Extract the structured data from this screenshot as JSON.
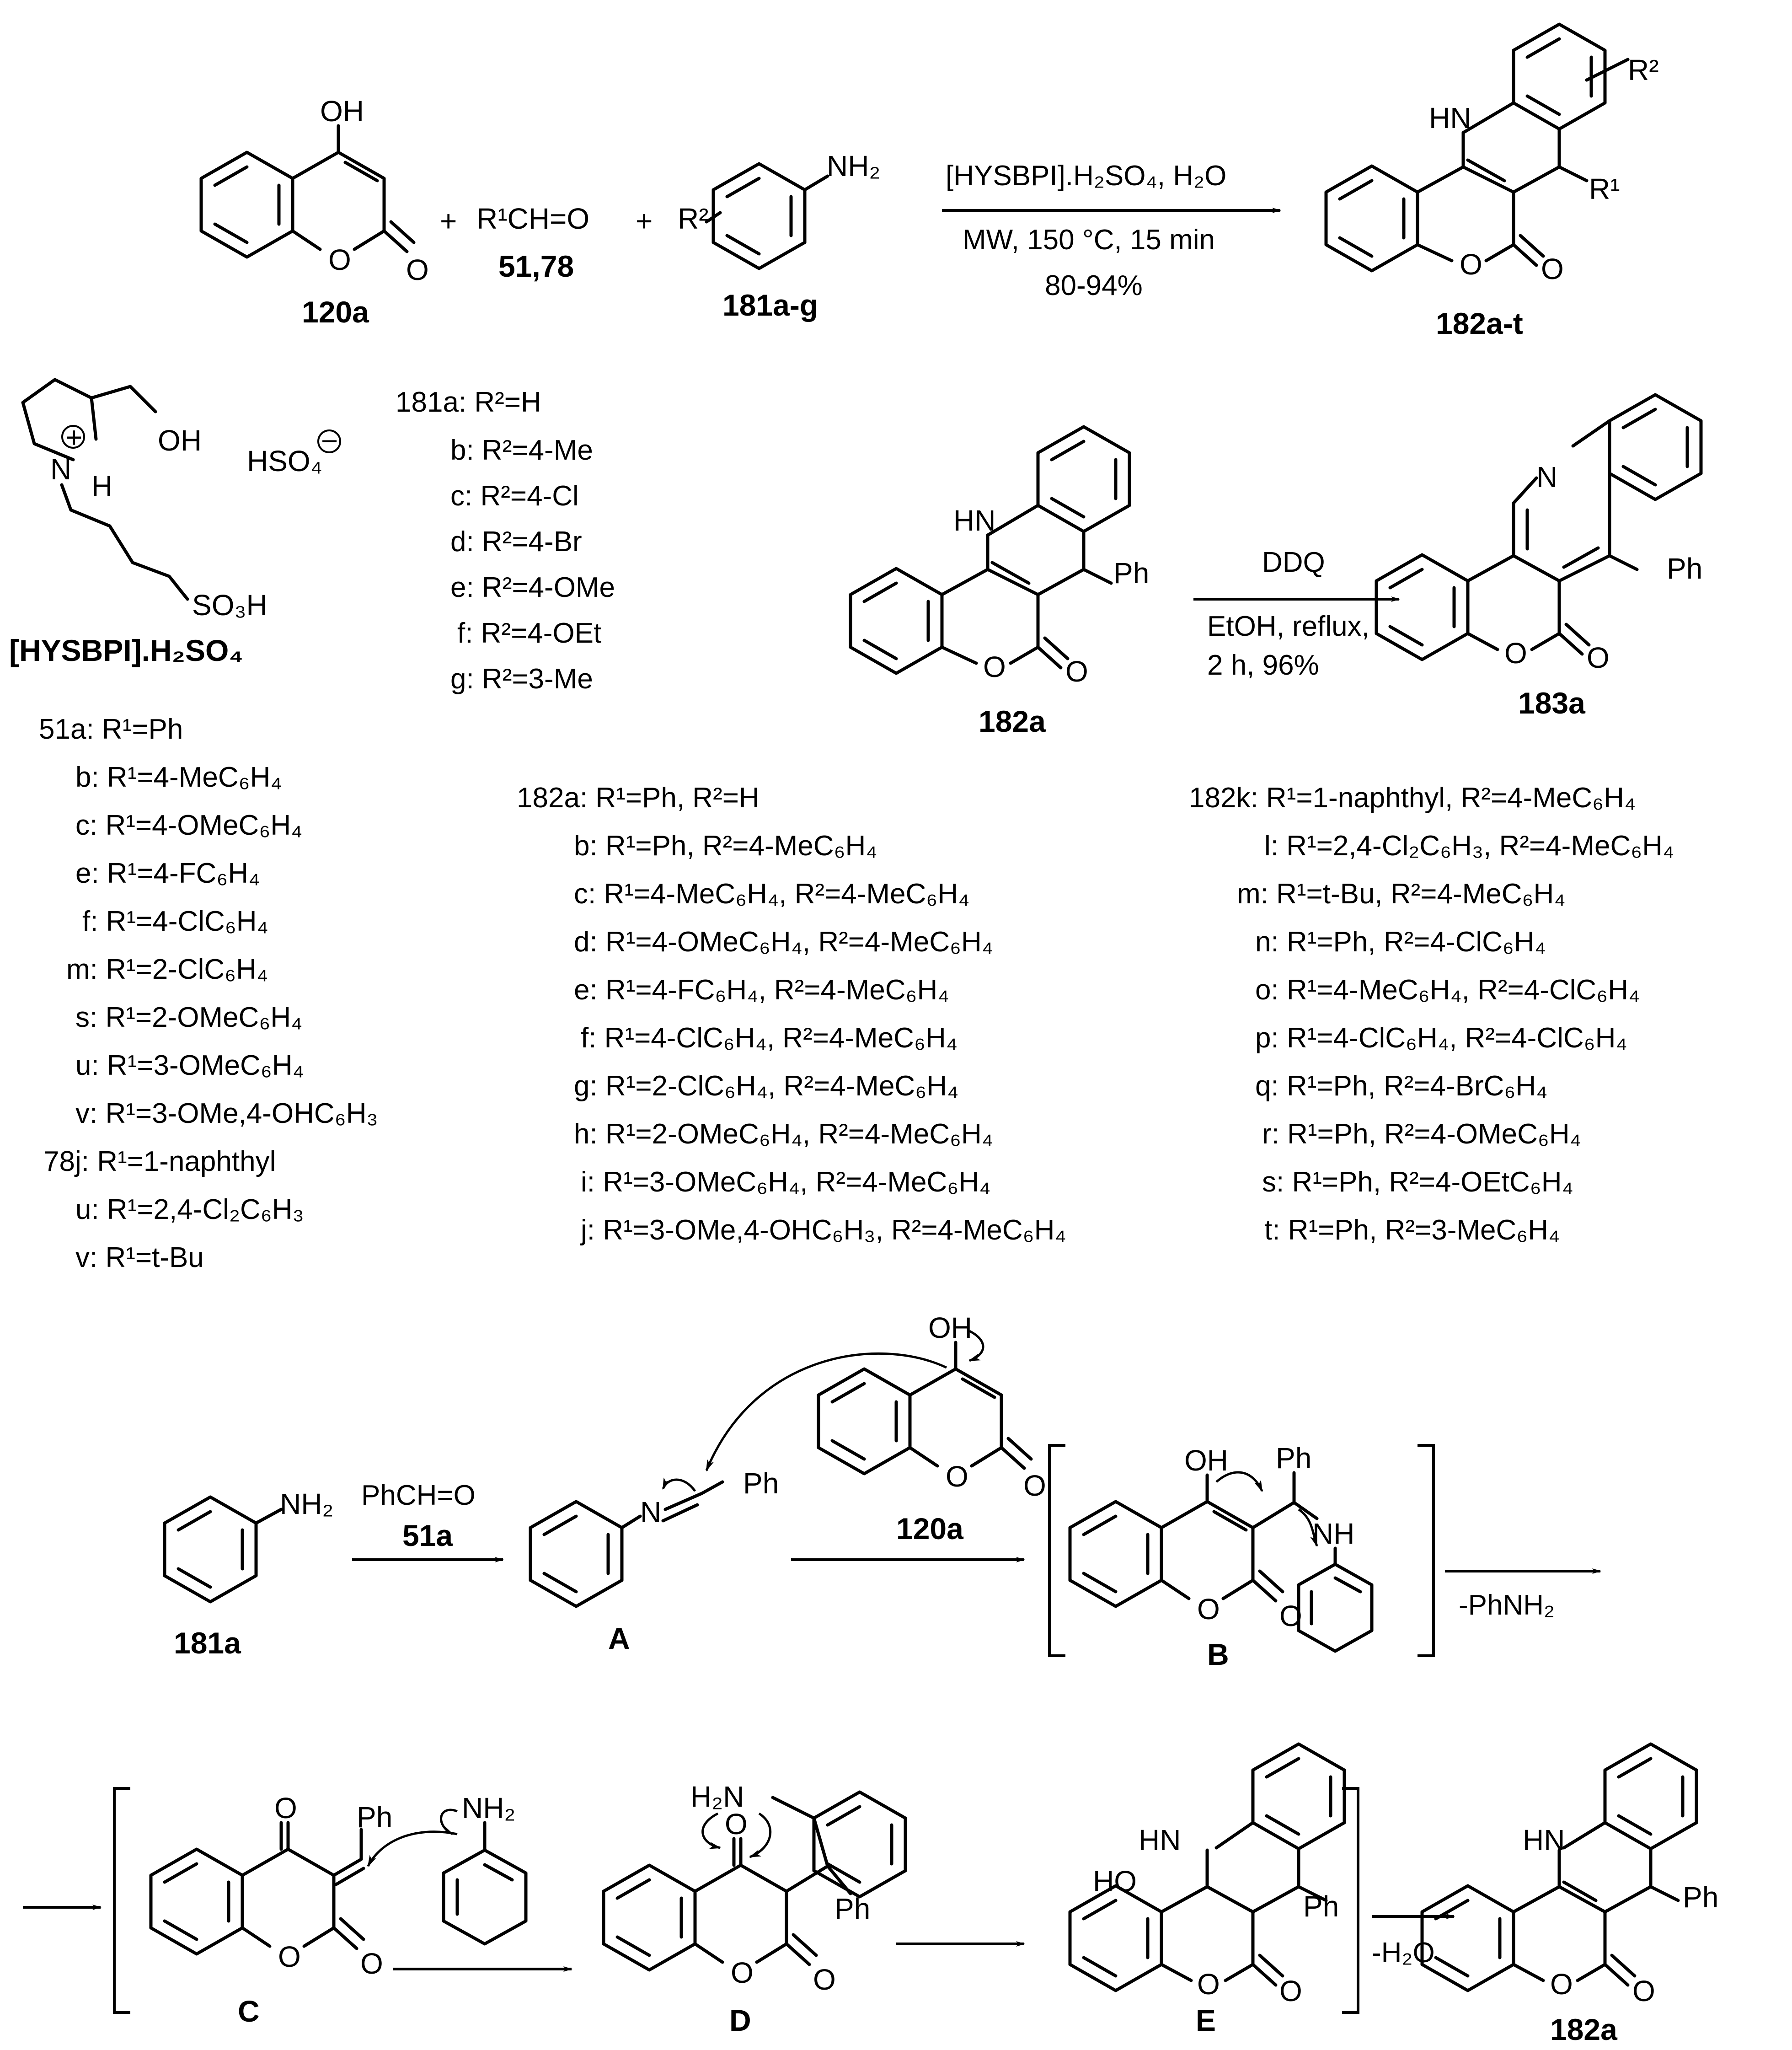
{
  "scheme1": {
    "reactant_oh": "OH",
    "reactant_o1": "O",
    "reactant_o2": "O",
    "reactant_id": "120a",
    "plus1": "+",
    "aldehyde": "R¹CH=O",
    "aldehyde_id": "51,78",
    "plus2": "+",
    "aniline_nh2": "NH₂",
    "aniline_r": "R²",
    "aniline_id": "181a-g",
    "cond_catalyst": "[HYSBPI].H₂SO₄, H₂O",
    "cond_mw": "MW, 150 °C,  15 min",
    "cond_yield": "80-94%",
    "prod_hn": "HN",
    "prod_r2": "R²",
    "prod_r1": "R¹",
    "prod_o1": "O",
    "prod_o2": "O",
    "prod_id": "182a-t"
  },
  "catalyst": {
    "oh": "OH",
    "hso4": "HSO₄",
    "n": "N",
    "h": "H",
    "so3h": "SO₃H",
    "plus": "+",
    "minus": "−",
    "name": "[HYSBPI].H₂SO₄"
  },
  "list181": [
    "181a: R²=H",
    "b: R²=4-Me",
    "c: R²=4-Cl",
    "d: R²=4-Br",
    "e: R²=4-OMe",
    "f: R²=4-OEt",
    "g: R²=3-Me"
  ],
  "list51": [
    "51a: R¹=Ph",
    "b: R¹=4-MeC₆H₄",
    "c: R¹=4-OMeC₆H₄",
    "e: R¹=4-FC₆H₄",
    "f: R¹=4-ClC₆H₄",
    "m: R¹=2-ClC₆H₄",
    "s: R¹=2-OMeC₆H₄",
    "u: R¹=3-OMeC₆H₄",
    "v: R¹=3-OMe,4-OHC₆H₃",
    "78j: R¹=1-naphthyl",
    "u: R¹=2,4-Cl₂C₆H₃",
    "v: R¹=t-Bu"
  ],
  "list182a": [
    "182a: R¹=Ph, R²=H",
    "b: R¹=Ph, R²=4-MeC₆H₄",
    "c: R¹=4-MeC₆H₄, R²=4-MeC₆H₄",
    "d: R¹=4-OMeC₆H₄, R²=4-MeC₆H₄",
    "e: R¹=4-FC₆H₄, R²=4-MeC₆H₄",
    "f: R¹=4-ClC₆H₄, R²=4-MeC₆H₄",
    "g: R¹=2-ClC₆H₄, R²=4-MeC₆H₄",
    "h: R¹=2-OMeC₆H₄, R²=4-MeC₆H₄",
    "i: R¹=3-OMeC₆H₄, R²=4-MeC₆H₄",
    "j: R¹=3-OMe,4-OHC₆H₃, R²=4-MeC₆H₄"
  ],
  "list182k": [
    "182k: R¹=1-naphthyl, R²=4-MeC₆H₄",
    "l: R¹=2,4-Cl₂C₆H₃, R²=4-MeC₆H₄",
    "m: R¹=t-Bu, R²=4-MeC₆H₄",
    "n: R¹=Ph, R²=4-ClC₆H₄",
    "o: R¹=4-MeC₆H₄, R²=4-ClC₆H₄",
    "p: R¹=4-ClC₆H₄, R²=4-ClC₆H₄",
    "q: R¹=Ph, R²=4-BrC₆H₄",
    "r: R¹=Ph, R²=4-OMeC₆H₄",
    "s: R¹=Ph, R²=4-OEtC₆H₄",
    "t: R¹=Ph, R²=3-MeC₆H₄"
  ],
  "oxidation": {
    "sm_hn": "HN",
    "sm_ph": "Ph",
    "sm_o1": "O",
    "sm_o2": "O",
    "sm_id": "182a",
    "reagent": "DDQ",
    "cond1": "EtOH, reflux,",
    "cond2": "2 h, 96%",
    "prod_n": "N",
    "prod_ph": "Ph",
    "prod_o1": "O",
    "prod_o2": "O",
    "prod_id": "183a"
  },
  "mechanism": {
    "aniline_nh2": "NH₂",
    "aniline_id": "181a",
    "arrow1_reagent": "PhCH=O",
    "arrow1_id": "51a",
    "imine_n": "N",
    "imine_ph": "Ph",
    "imine_id": "A",
    "coumarin_oh": "OH",
    "coumarin_o1": "O",
    "coumarin_o2": "O",
    "coumarin_id": "120a",
    "b_oh": "OH",
    "b_ph": "Ph",
    "b_nh": "NH",
    "b_o1": "O",
    "b_o2": "O",
    "b_id": "B",
    "elim": "-PhNH₂",
    "c_o": "O",
    "c_ph": "Ph",
    "c_o1": "O",
    "c_o2": "O",
    "c_id": "C",
    "c_aniline_nh2": "NH₂",
    "d_h2n": "H₂N",
    "d_o": "O",
    "d_ph": "Ph",
    "d_o1": "O",
    "d_o2": "O",
    "d_id": "D",
    "e_hn": "HN",
    "e_ho": "HO",
    "e_ph": "Ph",
    "e_o1": "O",
    "e_o2": "O",
    "e_id": "E",
    "dehyd": "-H₂O",
    "f_hn": "HN",
    "f_ph": "Ph",
    "f_o1": "O",
    "f_o2": "O",
    "f_id": "182a"
  }
}
